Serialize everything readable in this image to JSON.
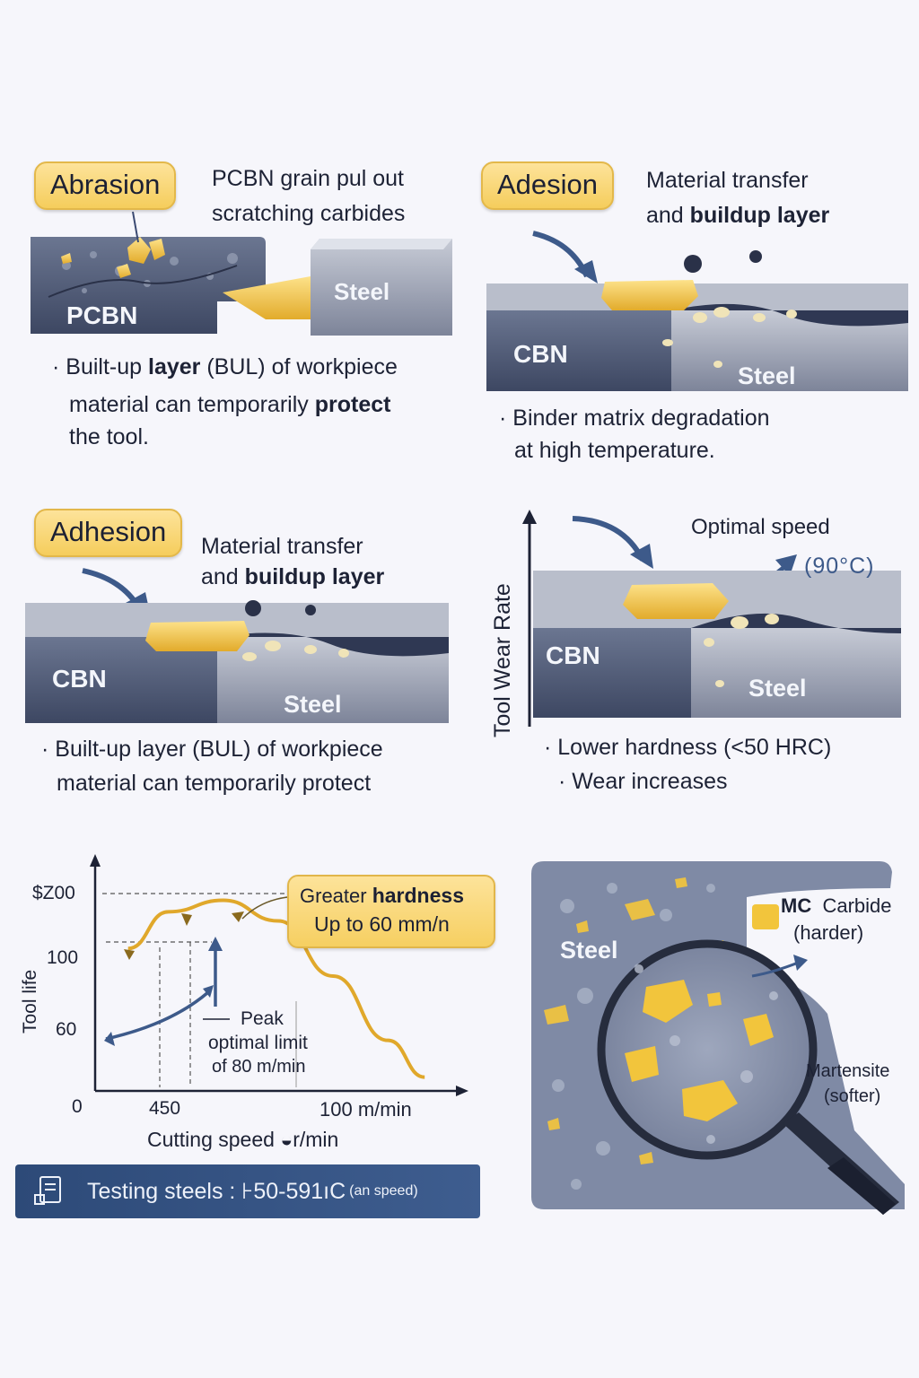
{
  "panels": {
    "abrasion": {
      "tag": "Abrasion",
      "caption_line1": "PCBN grain pul out",
      "caption_line2": "scratching carbides",
      "label_tool": "PCBN",
      "label_work": "Steel",
      "bullet_a": "Built-up",
      "bullet_b": "layer",
      "bullet_c": "(BUL) of workpiece",
      "bullet_line2_a": "material can temporarily",
      "bullet_line2_b": "protect",
      "bullet_line3": "the tool."
    },
    "adesion": {
      "tag": "Adesion",
      "caption_line1": "Material transfer",
      "caption_line2_a": "and",
      "caption_line2_b": "buildup layer",
      "label_tool": "CBN",
      "label_work": "Steel",
      "bullet_line1": "Binder matrix degradation",
      "bullet_line2": "at high temperature."
    },
    "adhesion": {
      "tag": "Adhesion",
      "caption_line1": "Material transfer",
      "caption_line2_a": "and",
      "caption_line2_b": "buildup layer",
      "label_tool": "CBN",
      "label_work": "Steel",
      "bullet_line1": "Built-up layer (BUL) of workpiece",
      "bullet_line2": "material can temporarily protect"
    },
    "wear_rate": {
      "axis_label": "Tool Wear Rate",
      "optimal_speed": "Optimal speed",
      "temperature": "(90°C)",
      "label_tool": "CBN",
      "label_work": "Steel",
      "bullet_line1": "Lower hardness (<50 HRC)",
      "bullet_line2": "Wear increases"
    },
    "microstructure": {
      "label_steel": "Steel",
      "carbide_a": "MC",
      "carbide_b": "Carbide",
      "carbide_note": "(harder)",
      "martensite": "Martensite",
      "martensite_note": "(softer)"
    }
  },
  "chart_data": {
    "type": "line",
    "xlabel": "Cutting speed ◒r/min",
    "ylabel": "Tool life",
    "x_tick_labels": [
      "0",
      "450",
      "100 m/min"
    ],
    "y_tick_labels": [
      "$Z00",
      "100",
      "60"
    ],
    "series": [
      {
        "values_description": "curve",
        "x": [
          0.09,
          0.2,
          0.35,
          0.5,
          0.65,
          0.8,
          0.9
        ],
        "y": [
          0.62,
          0.78,
          0.83,
          0.74,
          0.5,
          0.22,
          0.06
        ]
      }
    ],
    "annotation_peak_1": "Peak",
    "annotation_peak_2": "optimal limit",
    "annotation_peak_3": "of  80 m/min",
    "callout_line1_a": "Greater",
    "callout_line1_b": "hardness",
    "callout_line2": "Up to 60 mm/n"
  },
  "banner": {
    "text": "Testing steels : ⊦50-591ıC",
    "note": "(an speed)"
  },
  "colors": {
    "accent_yellow": "#f5cd5c",
    "tool_blue": "#4a5570",
    "banner_blue": "#2d4a78",
    "arrow_blue": "#3d5a8a"
  }
}
